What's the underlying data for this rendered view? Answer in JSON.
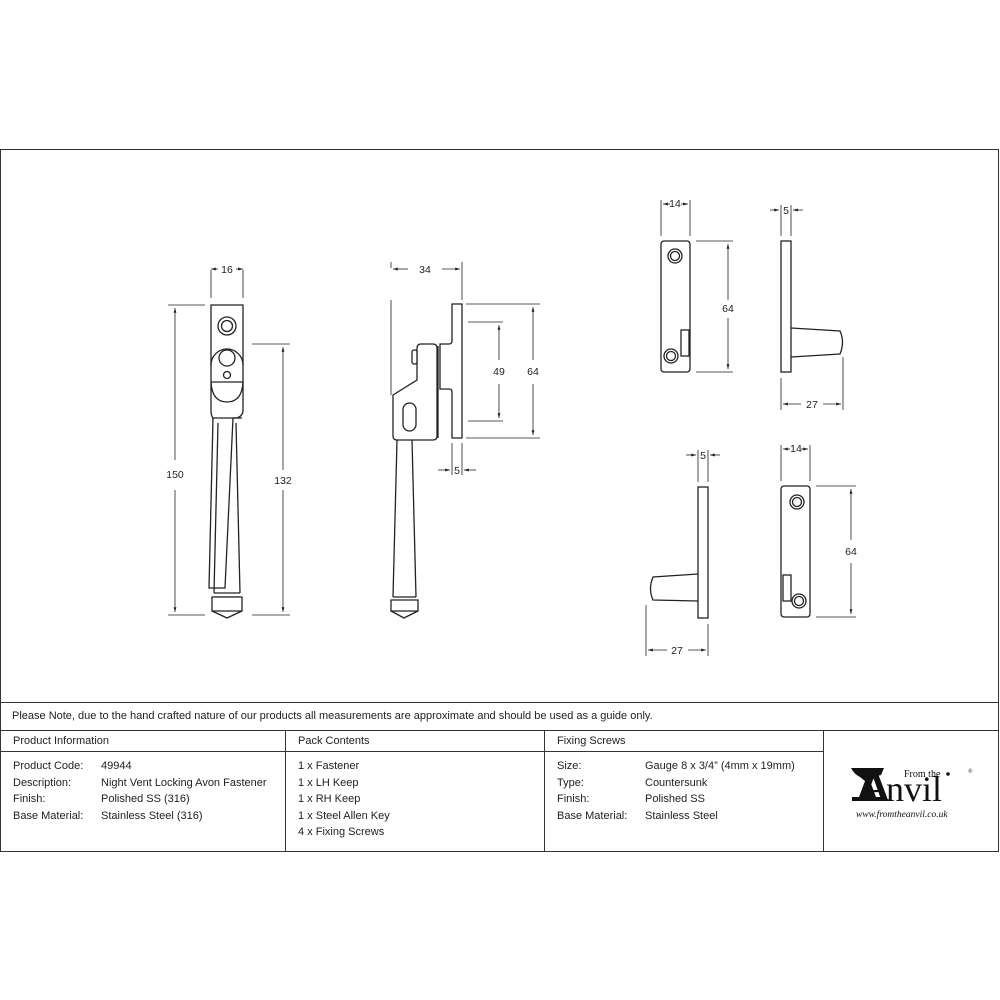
{
  "drawing": {
    "front_view": {
      "width_dim": "16",
      "total_length_dim": "150",
      "handle_length_dim": "132"
    },
    "side_view": {
      "depth_dim": "34",
      "plate_thickness_dim": "5",
      "fixing_centres_dim": "49",
      "plate_height_dim": "64"
    },
    "lh_keep_front": {
      "width_dim": "14",
      "height_dim": "64"
    },
    "lh_keep_side": {
      "plate_dim": "5",
      "projection_dim": "27"
    },
    "rh_keep_side": {
      "plate_dim": "5",
      "projection_dim": "27"
    },
    "rh_keep_front": {
      "width_dim": "14",
      "height_dim": "64"
    }
  },
  "note": "Please Note, due to the hand crafted nature of our products all measurements are approximate and should be used as a guide only.",
  "product_information": {
    "title": "Product Information",
    "rows": [
      {
        "label": "Product Code:",
        "value": "49944"
      },
      {
        "label": "Description:",
        "value": "Night Vent Locking Avon Fastener"
      },
      {
        "label": "Finish:",
        "value": "Polished SS (316)"
      },
      {
        "label": "Base Material:",
        "value": "Stainless Steel (316)"
      }
    ]
  },
  "pack_contents": {
    "title": "Pack Contents",
    "items": [
      "1 x Fastener",
      "1 x LH Keep",
      "1 x RH Keep",
      "1 x Steel Allen Key",
      "4 x Fixing Screws"
    ]
  },
  "fixing_screws": {
    "title": "Fixing Screws",
    "rows": [
      {
        "label": "Size:",
        "value": "Gauge 8 x 3/4” (4mm x 19mm)"
      },
      {
        "label": "Type:",
        "value": "Countersunk"
      },
      {
        "label": "Finish:",
        "value": "Polished SS"
      },
      {
        "label": "Base Material:",
        "value": "Stainless Steel"
      }
    ]
  },
  "logo": {
    "from": "From the",
    "brand_initial": "A",
    "brand_rest": "nvil",
    "registered": "®",
    "url": "www.fromtheanvil.co.uk"
  }
}
